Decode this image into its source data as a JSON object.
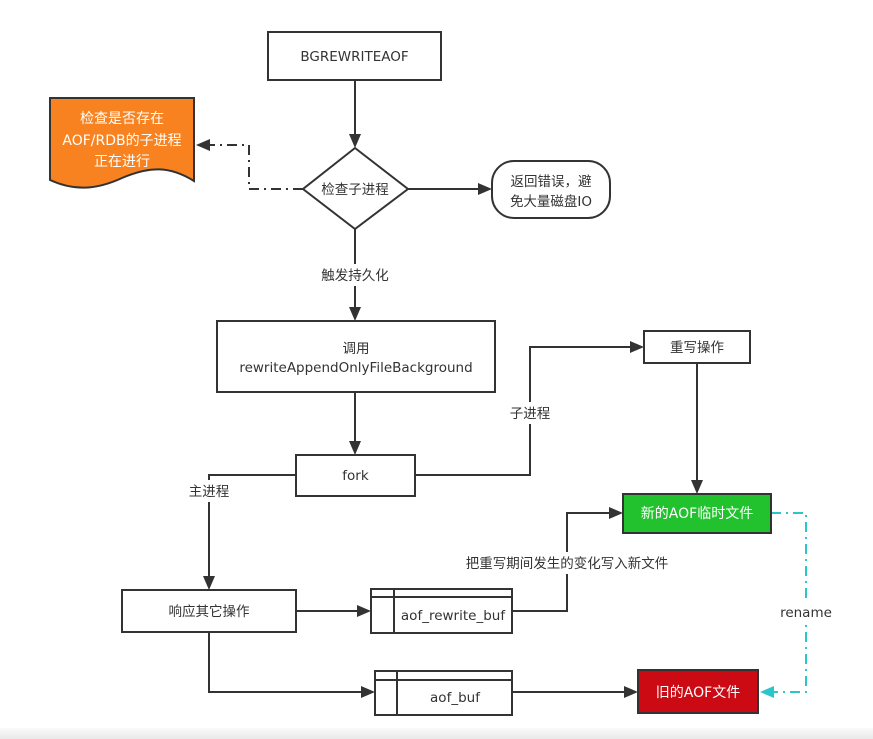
{
  "diagram": {
    "title": "BGREWRITEAOF flow",
    "colors": {
      "stroke": "#333333",
      "warning_fill": "#f7821f",
      "new_file_fill": "#22c22e",
      "old_file_fill": "#cc0a14",
      "rename_edge": "#2bc6c9"
    },
    "nodes": {
      "bgrewriteaof": {
        "label": "BGREWRITEAOF",
        "shape": "rectangle"
      },
      "check_child": {
        "label": "检查子进程",
        "shape": "diamond"
      },
      "child_exists": {
        "lines": [
          "检查是否存在",
          "AOF/RDB的子进程",
          "正在进行"
        ],
        "shape": "document"
      },
      "return_error": {
        "lines": [
          "返回错误，避",
          "免大量磁盘IO"
        ],
        "shape": "rounded"
      },
      "call_rewrite": {
        "lines": [
          "调用",
          "rewriteAppendOnlyFileBackground"
        ],
        "shape": "rectangle"
      },
      "fork": {
        "label": "fork",
        "shape": "rectangle"
      },
      "rewrite_op": {
        "label": "重写操作",
        "shape": "rectangle"
      },
      "new_aof_temp": {
        "label": "新的AOF临时文件",
        "shape": "rectangle"
      },
      "respond_other": {
        "label": "响应其它操作",
        "shape": "rectangle"
      },
      "aof_rewrite_buf": {
        "label": "aof_rewrite_buf",
        "shape": "internal-storage"
      },
      "aof_buf": {
        "label": "aof_buf",
        "shape": "internal-storage"
      },
      "old_aof": {
        "label": "旧的AOF文件",
        "shape": "rectangle"
      }
    },
    "edges": {
      "trigger_persist": {
        "label": "触发持久化"
      },
      "child_process": {
        "label": "子进程"
      },
      "main_process": {
        "label": "主进程"
      },
      "write_changes": {
        "label": "把重写期间发生的变化写入新文件"
      },
      "rename": {
        "label": "rename"
      }
    }
  }
}
